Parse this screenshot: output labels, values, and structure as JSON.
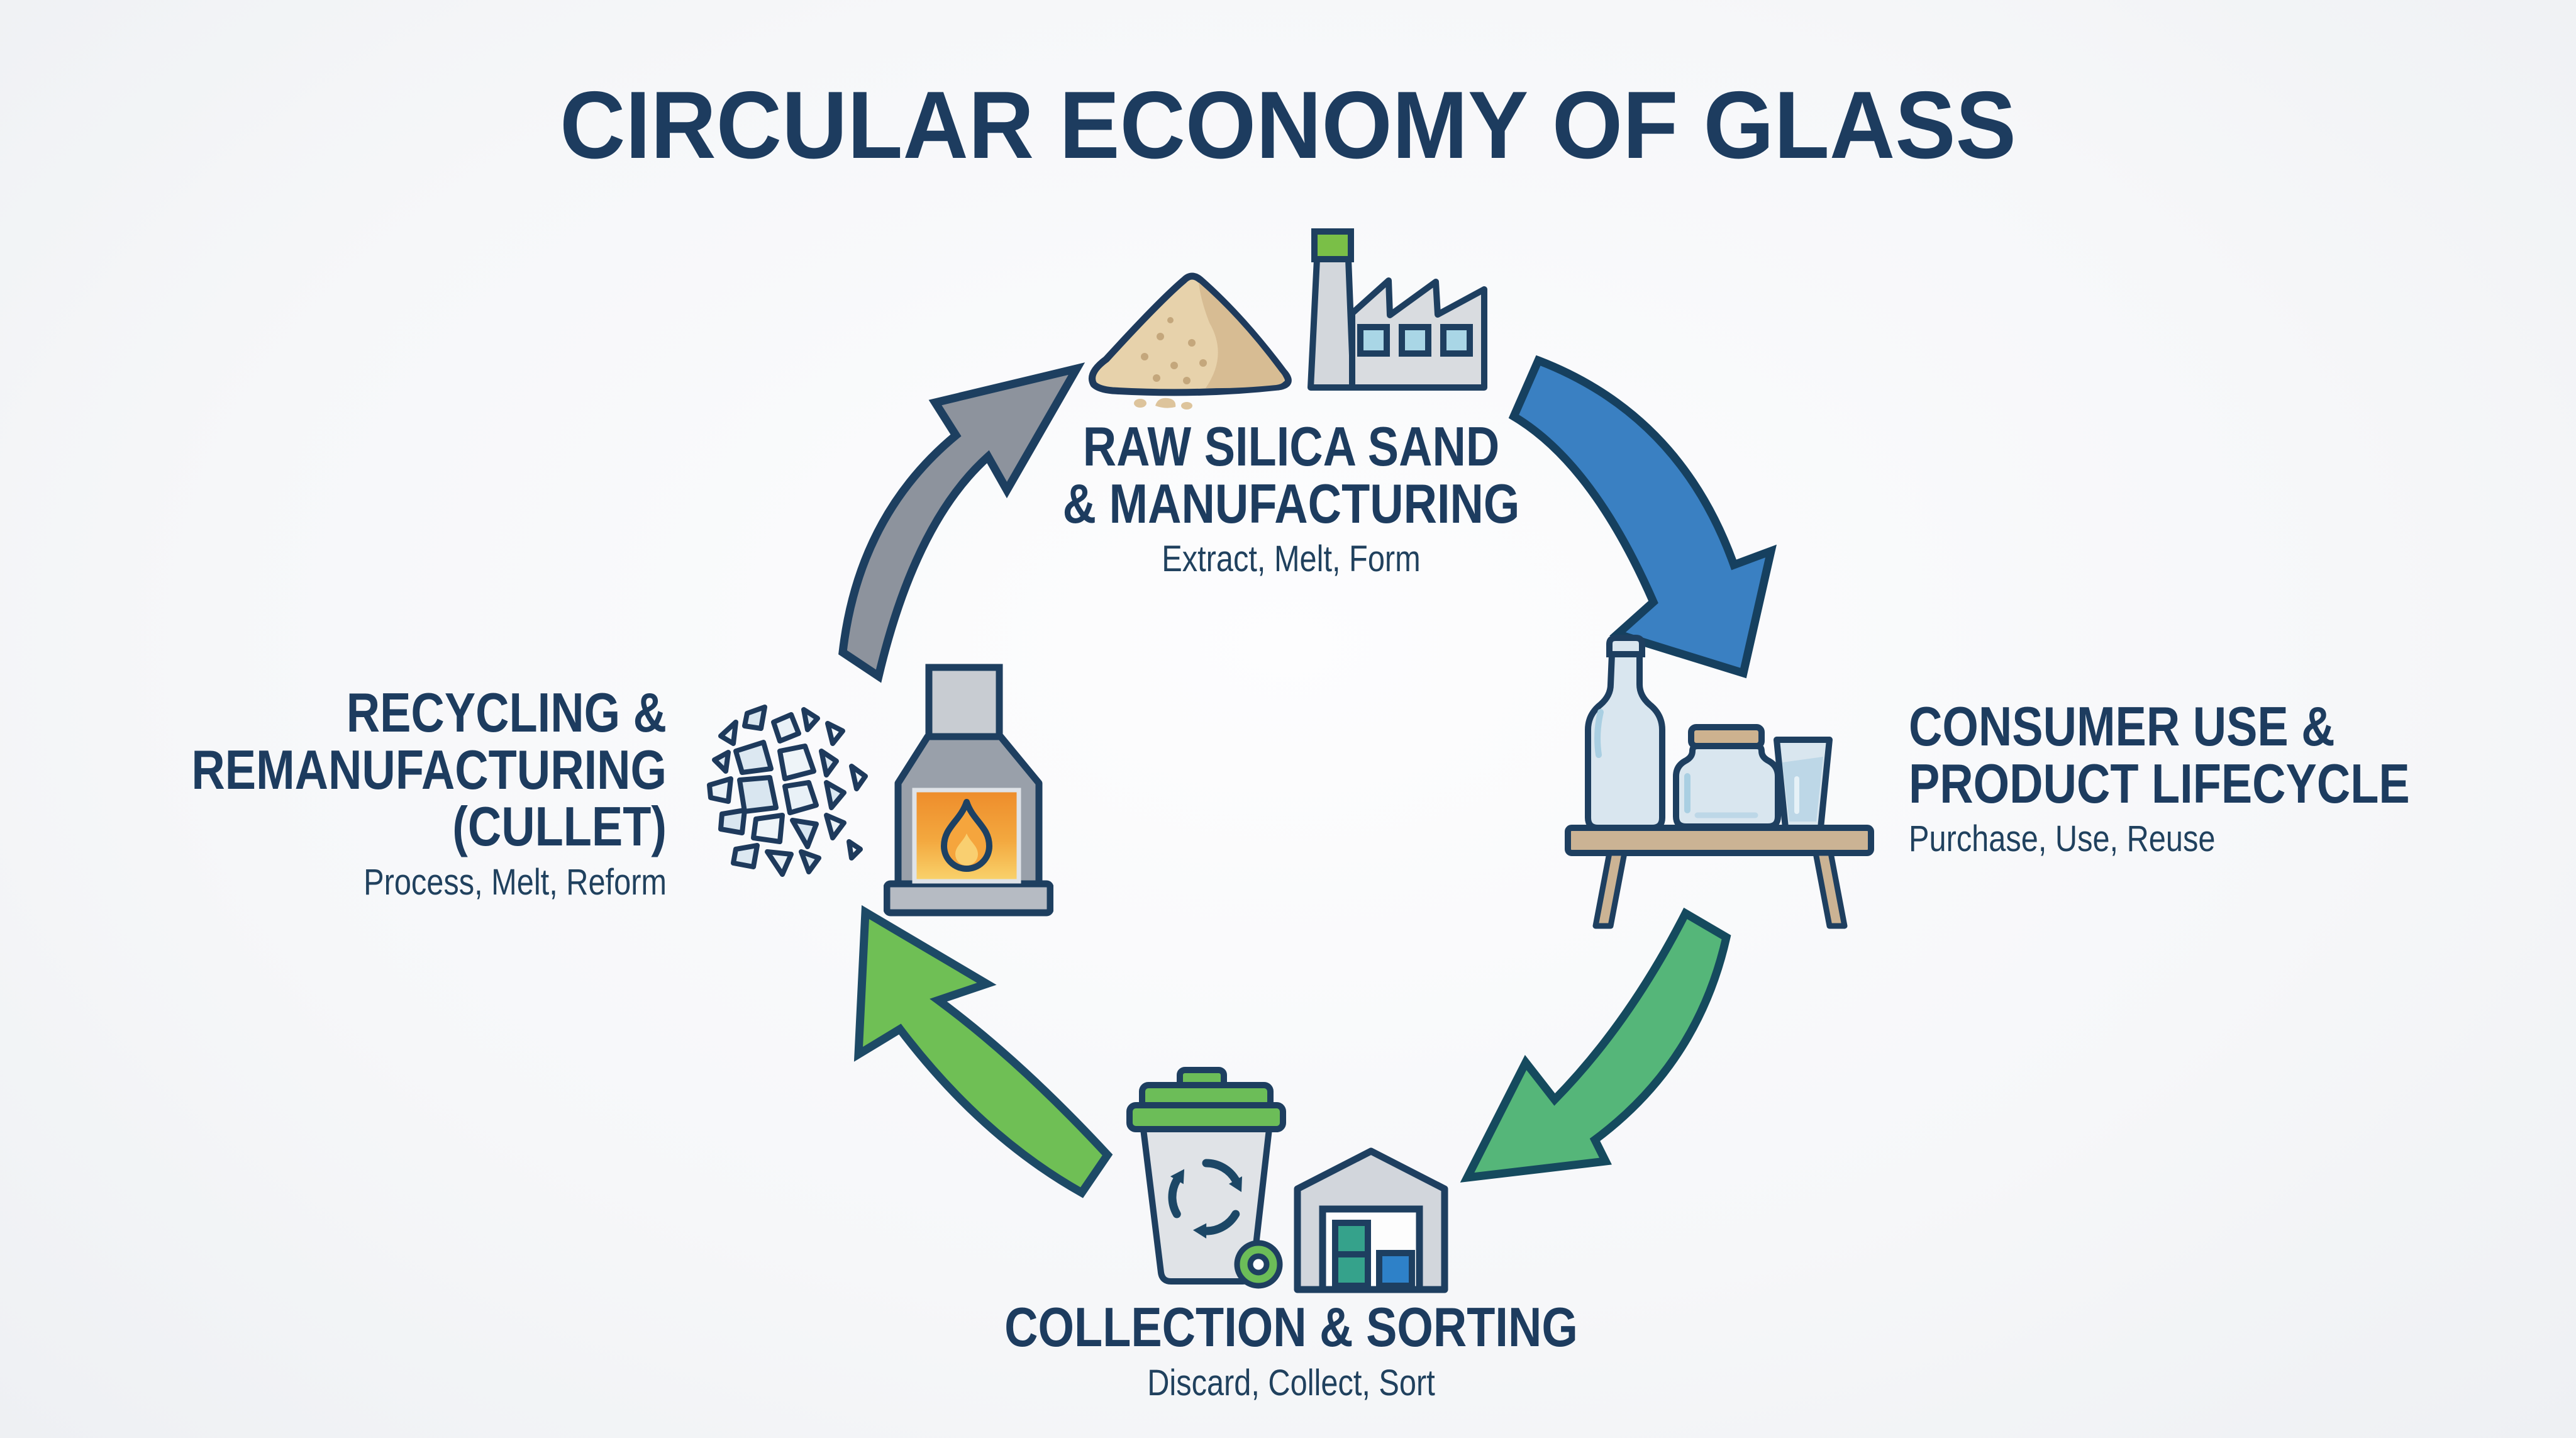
{
  "title": "CIRCULAR ECONOMY OF GLASS",
  "nodes": {
    "manufacturing": {
      "line1": "RAW SILICA SAND",
      "line2": "& MANUFACTURING",
      "subtitle": "Extract, Melt, Form",
      "icons": [
        "sand-pile-icon",
        "factory-icon"
      ]
    },
    "consumer": {
      "line1": "CONSUMER USE &",
      "line2": "PRODUCT LIFECYCLE",
      "subtitle": "Purchase, Use, Reuse",
      "icons": [
        "glassware-table-icon"
      ]
    },
    "collection": {
      "line1": "COLLECTION & SORTING",
      "subtitle": "Discard, Collect, Sort",
      "icons": [
        "recycling-bin-icon",
        "sorting-warehouse-icon"
      ]
    },
    "recycling": {
      "line1": "RECYCLING &",
      "line2": "REMANUFACTURING",
      "line3": "(CULLET)",
      "subtitle": "Process, Melt, Reform",
      "icons": [
        "glass-cullet-icon",
        "melting-furnace-icon"
      ]
    }
  },
  "arrows": {
    "manufacturing_to_consumer": {
      "color": "#3a80c2",
      "outline": "#16405f",
      "shape": "curved"
    },
    "consumer_to_collection": {
      "color": "#55b679",
      "outline": "#154a5e",
      "shape": "curved"
    },
    "collection_to_recycling": {
      "color": "#6fbf55",
      "outline": "#1d4a66",
      "shape": "curved"
    },
    "recycling_to_manufacturing": {
      "color": "#8d939d",
      "outline": "#1d3f60",
      "shape": "curved"
    }
  },
  "colors": {
    "title_text": "#1d3c5f",
    "outline_navy": "#1e3f60",
    "background": "#f6f7f9",
    "sand_tan": "#e7d2ab",
    "sand_shade": "#d7bc93",
    "glass_light_blue": "#d9e6ef",
    "lid_green": "#6cbd58",
    "factory_gray": "#d9dce0",
    "window_blue": "#a9d6e6",
    "chimney_cap_green": "#7abf47",
    "fire_orange": "#ee8c2b",
    "fire_yellow": "#f9d36c",
    "teal_crate": "#35a28b",
    "blue_crate": "#2e81c8",
    "wood_tan": "#cbb394",
    "furnace_gray": "#99a0aa"
  }
}
